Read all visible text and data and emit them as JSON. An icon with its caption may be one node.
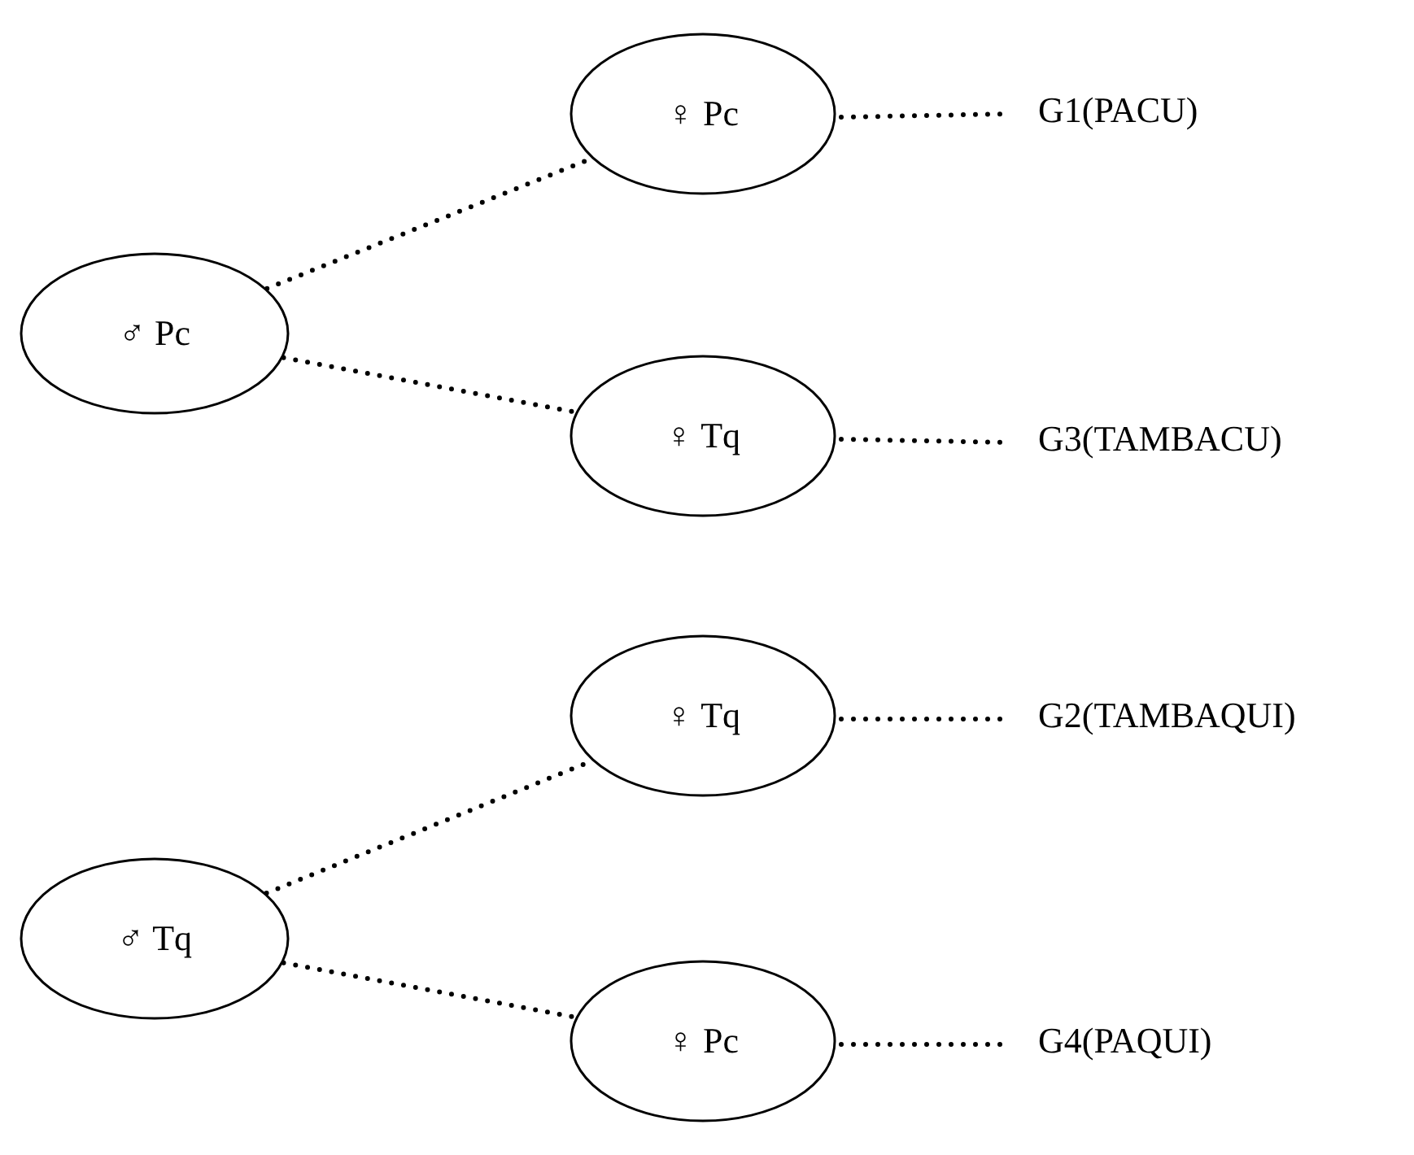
{
  "diagram": {
    "nodes": [
      {
        "text": [
          "♂ Pc"
        ]
      },
      {
        "text": [
          "♀ Pc"
        ]
      },
      {
        "text": [
          "G1(PACU)"
        ]
      },
      {
        "text": [
          "♀ Tq"
        ]
      },
      {
        "text": [
          "G3(TAMBACU)"
        ]
      },
      {
        "text": [
          "♀ Tq"
        ]
      },
      {
        "text": [
          "G2(TAMBAQUI)"
        ]
      },
      {
        "text": [
          "♂ Tq"
        ]
      },
      {
        "text": [
          "♀ Pc"
        ]
      },
      {
        "text": [
          "G4(PAQUI)"
        ]
      }
    ],
    "edges": [
      {
        "from": 0,
        "to": 1,
        "arrow": "none"
      },
      {
        "from": 0,
        "to": 3,
        "arrow": "none"
      },
      {
        "from": 1,
        "to": 2,
        "arrow": "none"
      },
      {
        "from": 3,
        "to": 4,
        "arrow": "none"
      },
      {
        "from": 7,
        "to": 5,
        "arrow": "none"
      },
      {
        "from": 7,
        "to": 8,
        "arrow": "none"
      },
      {
        "from": 5,
        "to": 6,
        "arrow": "none"
      },
      {
        "from": 8,
        "to": 9,
        "arrow": "none"
      }
    ]
  }
}
